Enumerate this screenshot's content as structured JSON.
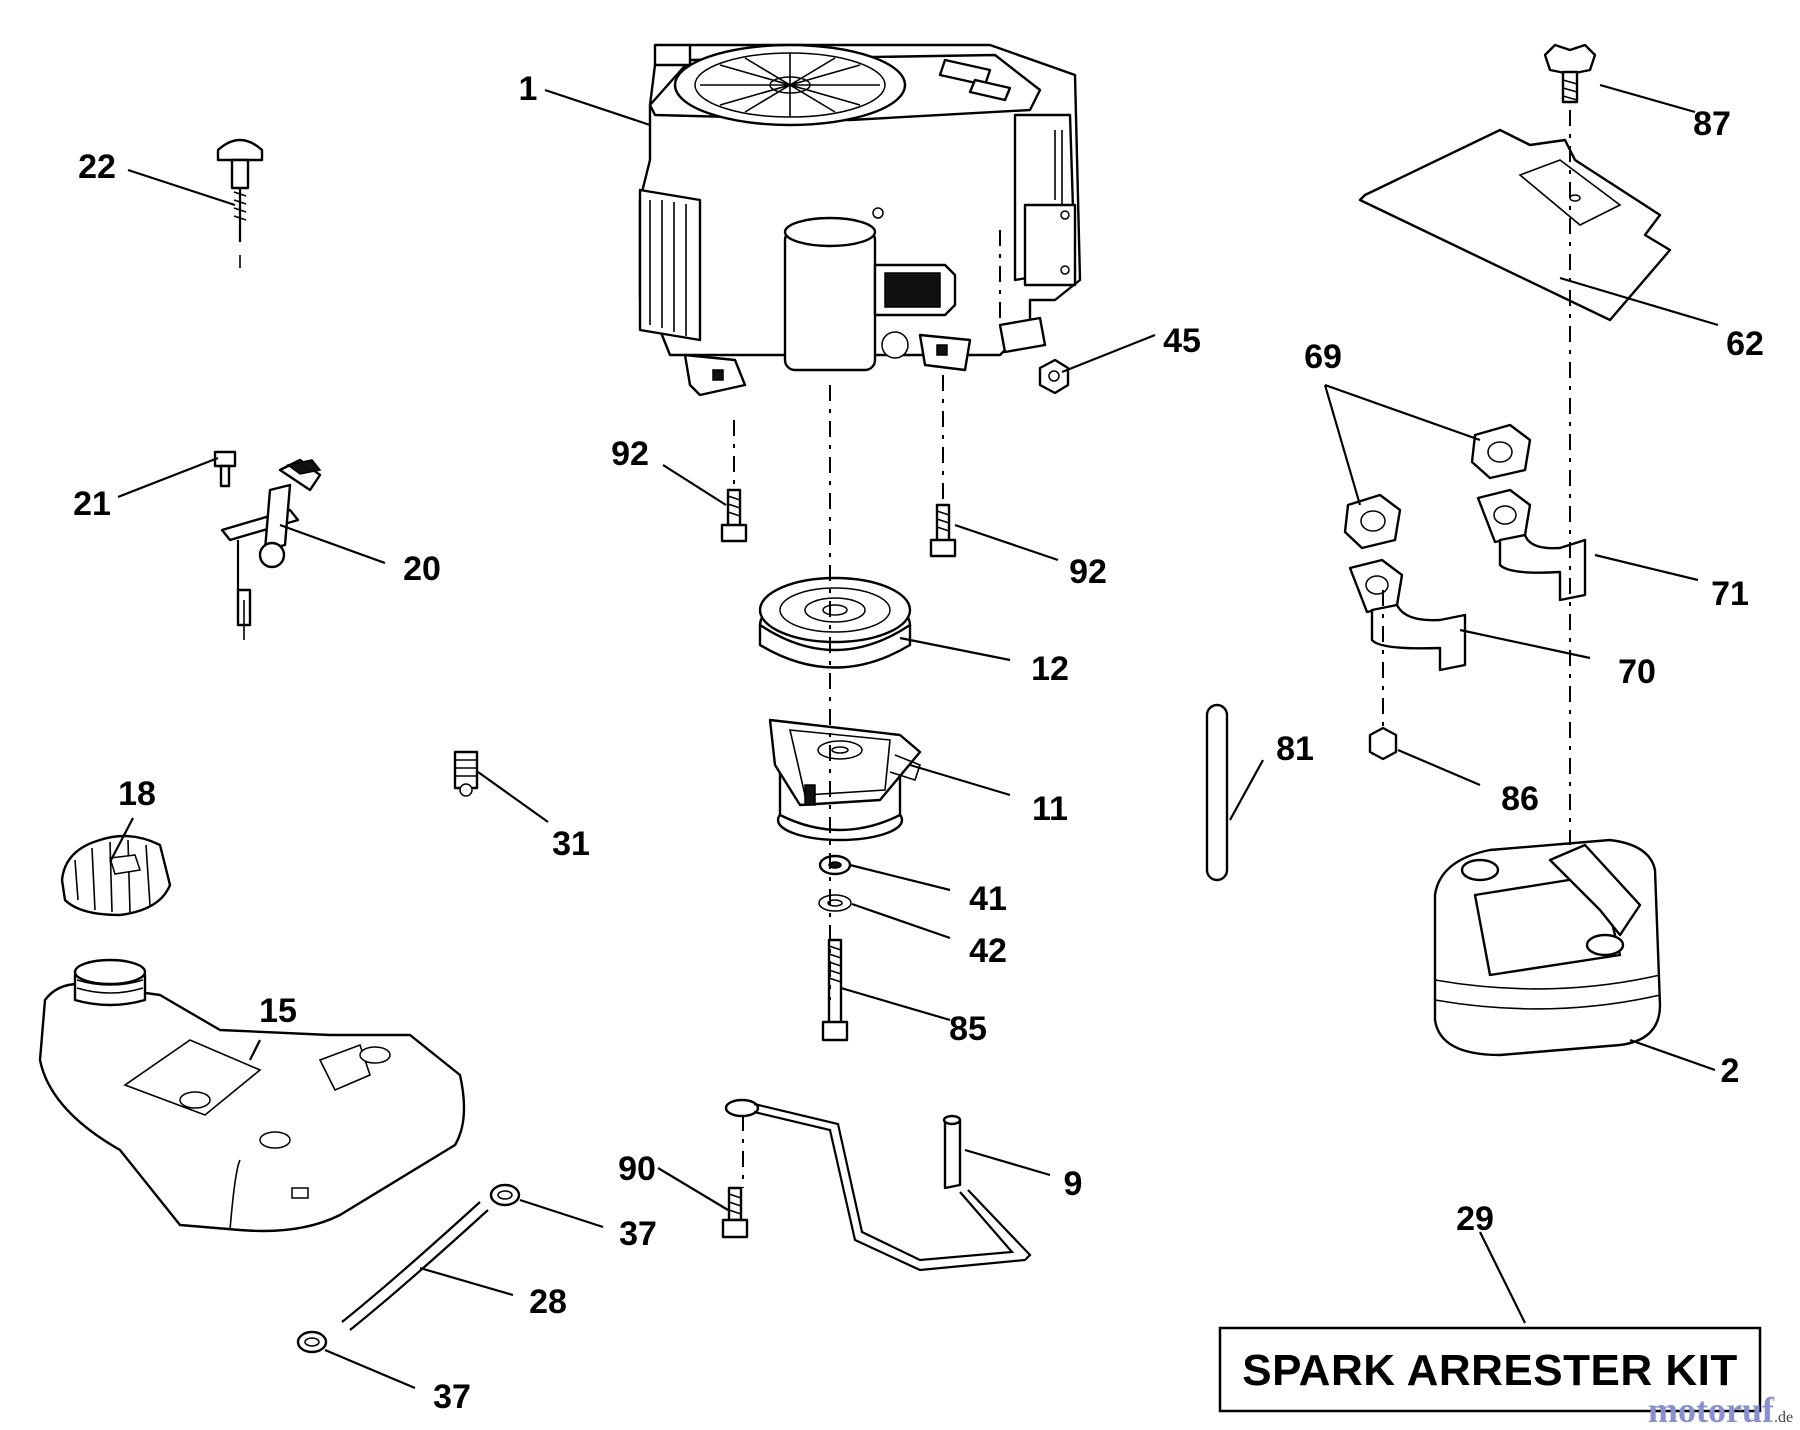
{
  "diagram": {
    "callouts": {
      "c1": "1",
      "c22": "22",
      "c87": "87",
      "c62": "62",
      "c45": "45",
      "c69": "69",
      "c92a": "92",
      "c92b": "92",
      "c21": "21",
      "c20": "20",
      "c71": "71",
      "c12": "12",
      "c70": "70",
      "c81": "81",
      "c86": "86",
      "c11": "11",
      "c31": "31",
      "c18": "18",
      "c41": "41",
      "c42": "42",
      "c15": "15",
      "c85": "85",
      "c2": "2",
      "c90": "90",
      "c9": "9",
      "c37a": "37",
      "c29": "29",
      "c28": "28",
      "c37b": "37"
    },
    "kit_label": "SPARK ARRESTER KIT",
    "watermark": {
      "brand": "motoruf",
      "suffix": ".de"
    }
  }
}
